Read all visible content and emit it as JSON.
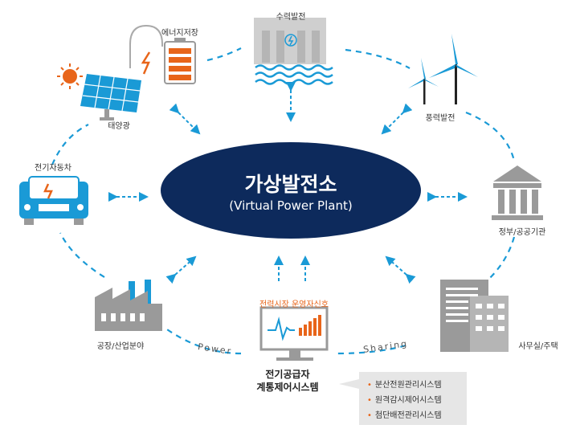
{
  "center": {
    "title": "가상발전소",
    "subtitle": "(Virtual Power Plant)"
  },
  "nodes": {
    "solar": "태양광",
    "storage": "에너지저장",
    "hydro": "수력발전",
    "wind": "풍력발전",
    "government": "정부/공공기관",
    "office": "사무실/주택",
    "factory": "공장/산업분야",
    "ev": "전기자동차"
  },
  "market_signal": "전력시장 운영자신호",
  "control": {
    "line1": "전기공급자",
    "line2": "계통제어시스템"
  },
  "flows": {
    "power": "Power",
    "sharing": "Sharing"
  },
  "systems": [
    "분산전원관리시스템",
    "원격감시제어시스템",
    "첨단배전관리시스템"
  ],
  "colors": {
    "navy": "#0d2a5c",
    "blue": "#1a9ad6",
    "orange": "#e8651a",
    "gray": "#9a9a9a"
  }
}
